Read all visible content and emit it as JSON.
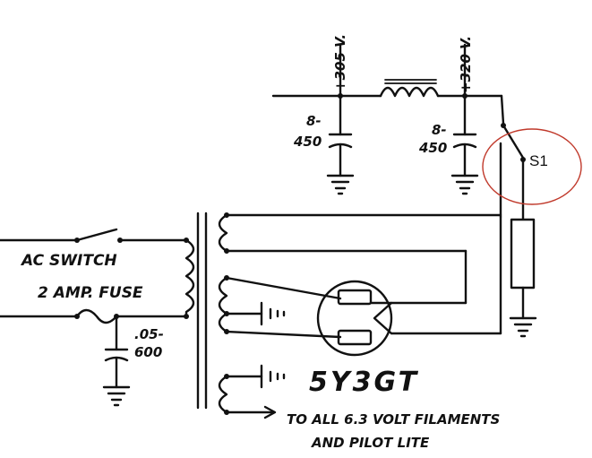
{
  "labels": {
    "v_left": "+305 V.",
    "v_right": "+320 V.",
    "cap_left_top": "8-",
    "cap_left_bot": "450",
    "cap_right_top": "8-",
    "cap_right_bot": "450",
    "switch_ref": "S1",
    "ac_switch": "AC SWITCH",
    "fuse": "2 AMP. FUSE",
    "cap_small_top": ".05-",
    "cap_small_bot": "600",
    "tube": "5Y3GT",
    "filaments_1": "TO ALL 6.3 VOLT FILAMENTS",
    "filaments_2": "AND PILOT LITE"
  },
  "colors": {
    "ink": "#111111",
    "highlight": "#c0392b"
  }
}
